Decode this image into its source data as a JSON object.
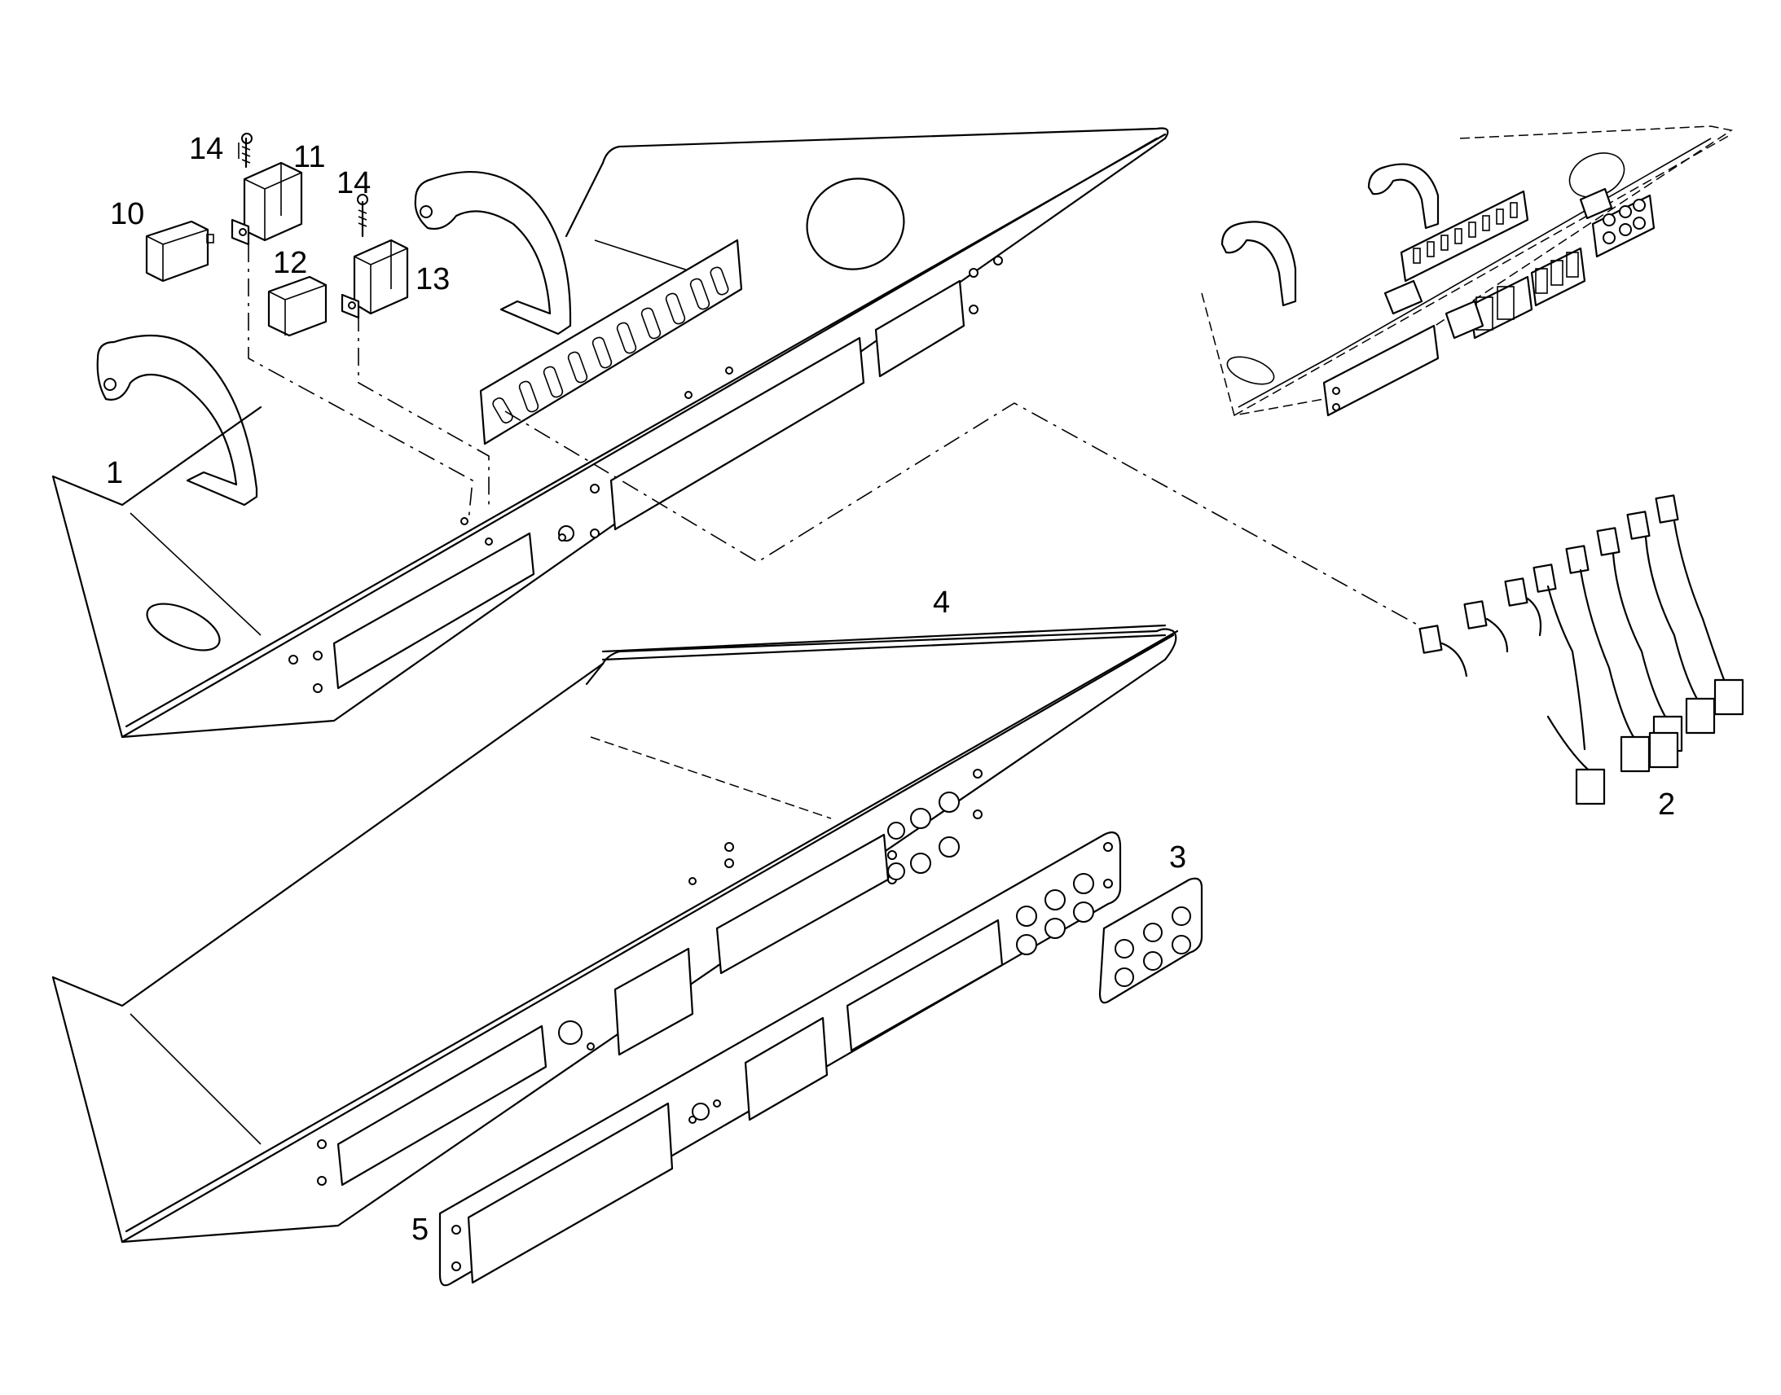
{
  "callouts": {
    "c1": "1",
    "c2": "2",
    "c3": "3",
    "c4": "4",
    "c5": "5",
    "c10": "10",
    "c11": "11",
    "c12": "12",
    "c13": "13",
    "c14a": "14",
    "c14b": "14"
  }
}
